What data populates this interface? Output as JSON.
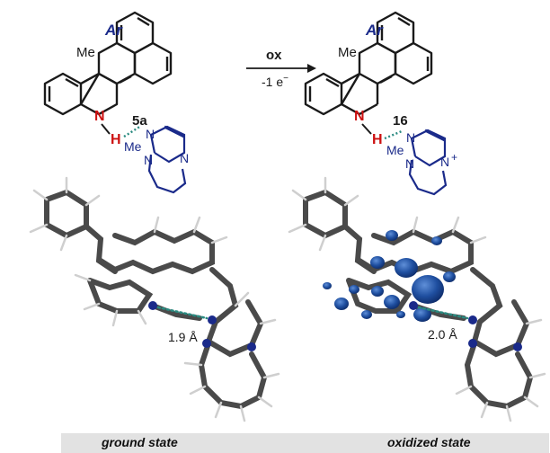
{
  "scheme": {
    "left_compound": {
      "methyl": "Me",
      "aryl": "Ar",
      "nitrogen": "N",
      "hydrogen": "H",
      "label": "5a"
    },
    "right_compound": {
      "methyl": "Me",
      "aryl": "Ar",
      "nitrogen": "N",
      "hydrogen": "H",
      "label": "16"
    },
    "arrow": {
      "reagent": "ox",
      "condition": "-1 e",
      "superscript": "−"
    },
    "left_base": {
      "methyl": "Me",
      "n_top": "N",
      "n_left": "N",
      "n_right": "N"
    },
    "right_base": {
      "methyl": "Me",
      "n_top": "N",
      "n_left": "N",
      "n_right": "N",
      "charge": "+"
    }
  },
  "structures": {
    "left_distance": "1.9 Å",
    "right_distance": "2.0 Å"
  },
  "captions": {
    "left": "ground state",
    "right": "oxidized state"
  },
  "colors": {
    "bond_dark": "#1a1a1a",
    "nitrogen_red": "#cc1111",
    "guanidine_blue": "#1a2a8a",
    "hbond_teal": "#2a8a80",
    "spin_blue": "#1f4fa0"
  }
}
